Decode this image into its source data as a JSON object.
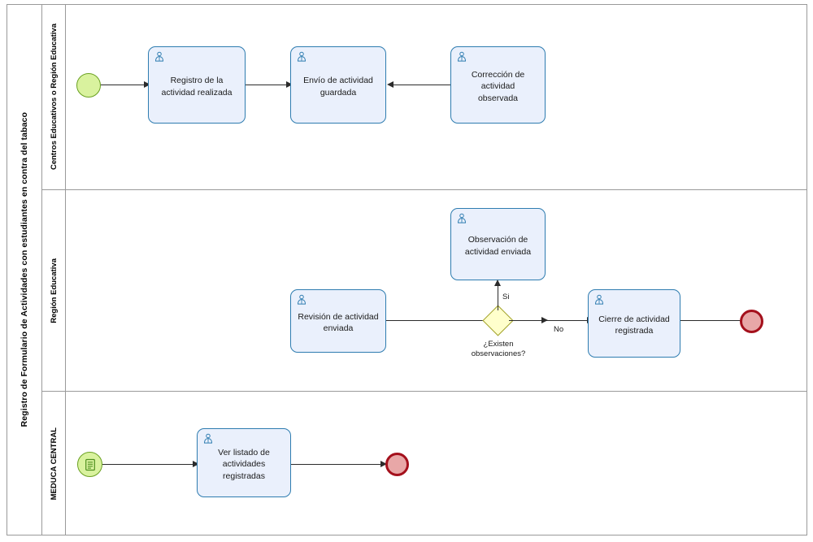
{
  "pool": {
    "title": "Registro de Formulario de Actividades con estudiantes en contra del tabaco"
  },
  "lanes": [
    {
      "id": "lane-centros",
      "label": "Centros Educativos o Región Educativa"
    },
    {
      "id": "lane-region",
      "label": "Región Educativa"
    },
    {
      "id": "lane-meduca",
      "label": "MEDUCA CENTRAL"
    }
  ],
  "tasks": [
    {
      "id": "task-registro",
      "label": "Registro de la\nactividad realizada",
      "icon": "user-task-icon"
    },
    {
      "id": "task-envio",
      "label": "Envío de actividad\nguardada",
      "icon": "user-task-icon"
    },
    {
      "id": "task-correccion",
      "label": "Corrección de actividad\nobservada",
      "icon": "user-task-icon"
    },
    {
      "id": "task-observacion",
      "label": "Observación de\nactividad enviada",
      "icon": "user-task-icon"
    },
    {
      "id": "task-revision",
      "label": "Revisión de actividad\nenviada",
      "icon": "user-task-icon"
    },
    {
      "id": "task-cierre",
      "label": "Cierre de actividad\nregistrada",
      "icon": "user-task-icon"
    },
    {
      "id": "task-verlistado",
      "label": "Ver listado de\nactividades\nregistradas",
      "icon": "user-task-icon"
    }
  ],
  "gateway": {
    "id": "gateway-observaciones",
    "label": "¿Existen\nobservaciones?",
    "branch_yes": "Si",
    "branch_no": "No"
  },
  "events": {
    "start_lane1": "start-event",
    "start_lane3": "start-message-event",
    "end_lane2": "end-event",
    "end_lane3": "end-event"
  },
  "colors": {
    "task_fill": "#eaf0fc",
    "task_border": "#2e7cb0",
    "start_fill": "#d9f29e",
    "start_border": "#6aa121",
    "end_fill": "#e8a7a7",
    "end_border": "#a4101c",
    "gateway_fill": "#ffffcc",
    "gateway_border": "#a3a32c",
    "flow": "#2b2b2b",
    "lane_border": "#9a9a9a"
  }
}
